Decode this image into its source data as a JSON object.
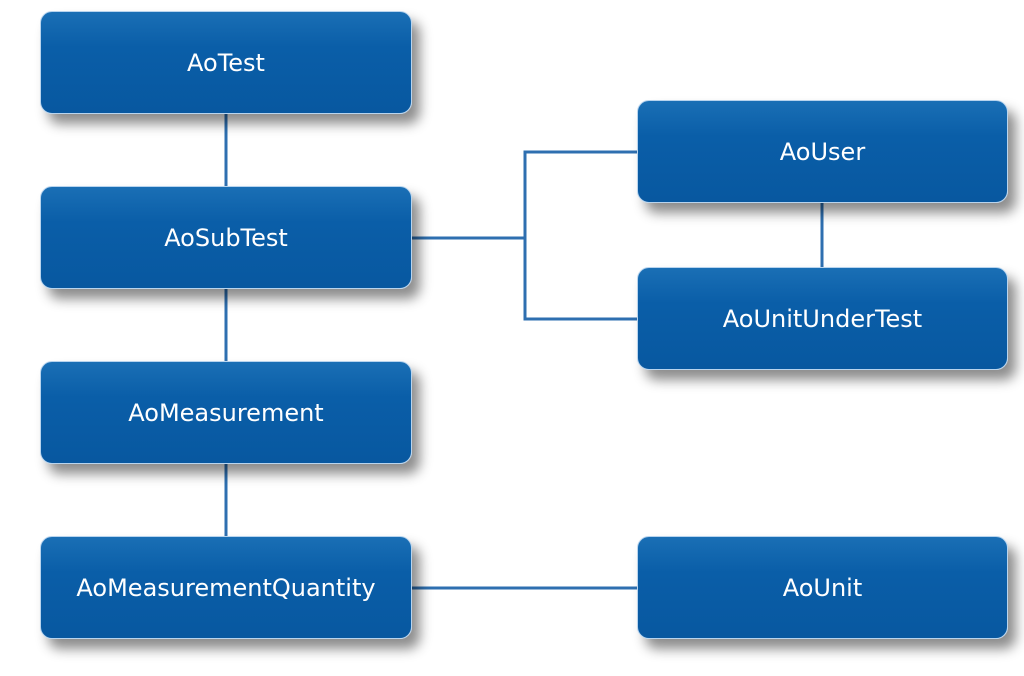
{
  "diagram": {
    "nodes": {
      "ao_test": "AoTest",
      "ao_sub_test": "AoSubTest",
      "ao_measurement": "AoMeasurement",
      "ao_measurement_quantity": "AoMeasurementQuantity",
      "ao_user": "AoUser",
      "ao_unit_under_test": "AoUnitUnderTest",
      "ao_unit": "AoUnit"
    },
    "edges": [
      {
        "from": "AoTest",
        "to": "AoSubTest"
      },
      {
        "from": "AoSubTest",
        "to": "AoMeasurement"
      },
      {
        "from": "AoMeasurement",
        "to": "AoMeasurementQuantity"
      },
      {
        "from": "AoSubTest",
        "to": "AoUser"
      },
      {
        "from": "AoSubTest",
        "to": "AoUnitUnderTest"
      },
      {
        "from": "AoUser",
        "to": "AoUnitUnderTest"
      },
      {
        "from": "AoMeasurementQuantity",
        "to": "AoUnit"
      }
    ],
    "colors": {
      "box_fill": "#0a5ea8",
      "box_border": "#b8d4ee",
      "connector": "#2e6fb0",
      "text": "#ffffff"
    }
  }
}
